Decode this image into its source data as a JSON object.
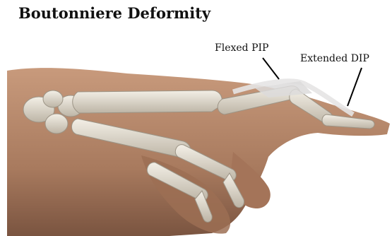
{
  "title": "Boutonniere Deformity",
  "labels": {
    "flexed_pip": "Flexed PIP",
    "extended_dip": "Extended DIP"
  },
  "colors": {
    "skin": "#b5876a",
    "skin_shadow": "#7a5440",
    "bone": "#e4ddd0",
    "bone_shadow": "#b9b1a2",
    "tendon": "#d8d6d6",
    "pointer": "#000000"
  }
}
